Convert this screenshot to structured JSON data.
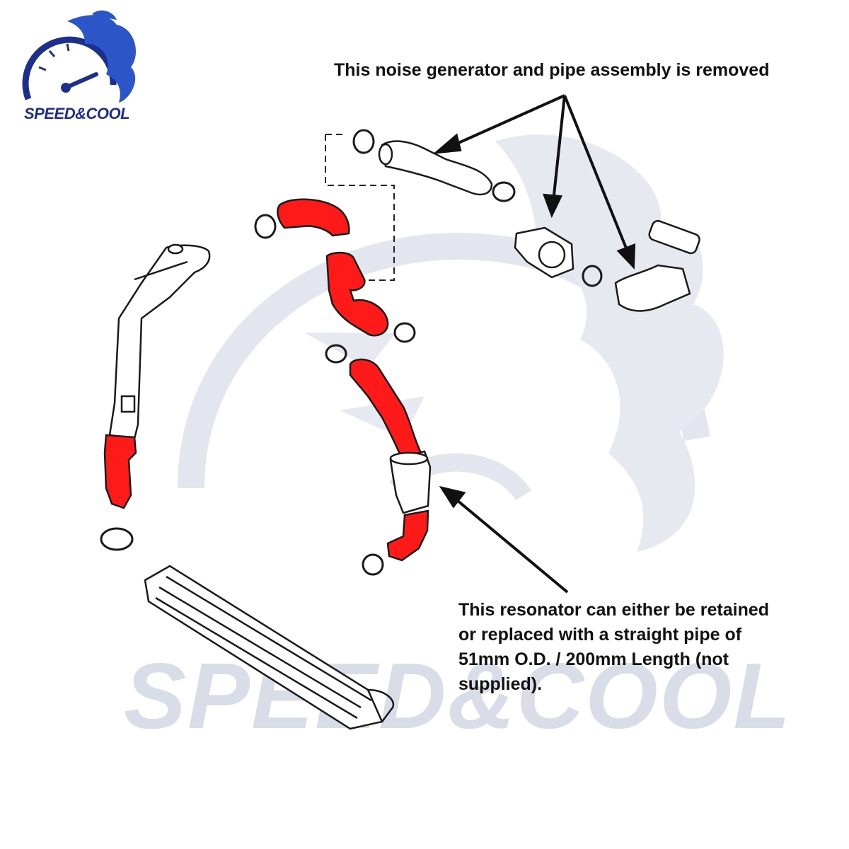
{
  "brand": {
    "logo_text": "SPEED&COOL",
    "watermark_text": "SPEED&COOL",
    "logo_color": "#1d2f8c",
    "watermark_color": "#d9dde8"
  },
  "callouts": {
    "noise_generator": "This noise generator and pipe assembly is removed",
    "resonator_lines": [
      "This resonator can either be retained",
      "or replaced with a straight pipe of",
      "51mm O.D. / 200mm Length (not",
      "supplied)."
    ]
  },
  "colors": {
    "highlight_hose": "#ff1a1a",
    "outline": "#1a1a1a",
    "background": "#ffffff"
  }
}
